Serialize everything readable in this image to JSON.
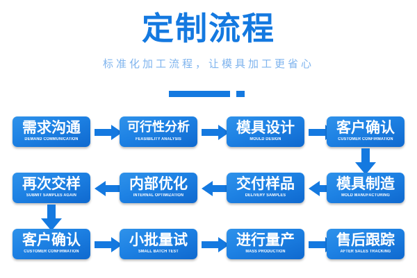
{
  "header": {
    "title": "定制流程",
    "subtitle": "标准化加工流程，让模具加工更省心"
  },
  "theme": {
    "brand_blue": "#1479e0",
    "box_gradient_top": "#2f92ea",
    "box_gradient_bottom": "#0f69cf",
    "subtitle_blue": "#7fb4ee",
    "background": "#ffffff",
    "text_white": "#ffffff"
  },
  "flow": {
    "rows": [
      {
        "direction": "left-to-right",
        "steps": [
          {
            "cn": "需求沟通",
            "en": "DEMAND COMMUNICATION"
          },
          {
            "cn": "可行性分析",
            "en": "FEASIBILITY ANALYSIS"
          },
          {
            "cn": "模具设计",
            "en": "MOULD DESIGN"
          },
          {
            "cn": "客户确认",
            "en": "CUSTOMER CONFIRMATION"
          }
        ]
      },
      {
        "direction": "right-to-left",
        "steps": [
          {
            "cn": "再次交样",
            "en": "SUBMIT SAMPLES AGAIN"
          },
          {
            "cn": "内部优化",
            "en": "INTERNAL OPTIMIZATION"
          },
          {
            "cn": "交付样品",
            "en": "DELIVERY SAMPLES"
          },
          {
            "cn": "模具制造",
            "en": "MOLD MANUFACTURING"
          }
        ]
      },
      {
        "direction": "left-to-right",
        "steps": [
          {
            "cn": "客户确认",
            "en": "CUSTOMER CONFIRMATION"
          },
          {
            "cn": "小批量试",
            "en": "SMALL BATCH TEST"
          },
          {
            "cn": "进行量产",
            "en": "MASS PRODUCTION"
          },
          {
            "cn": "售后跟踪",
            "en": "AFTER SALES TRACKING"
          }
        ]
      }
    ],
    "connectors": [
      {
        "name": "row1-to-row2",
        "direction": "down",
        "side": "right"
      },
      {
        "name": "row2-to-row3",
        "direction": "down",
        "side": "left"
      }
    ]
  }
}
